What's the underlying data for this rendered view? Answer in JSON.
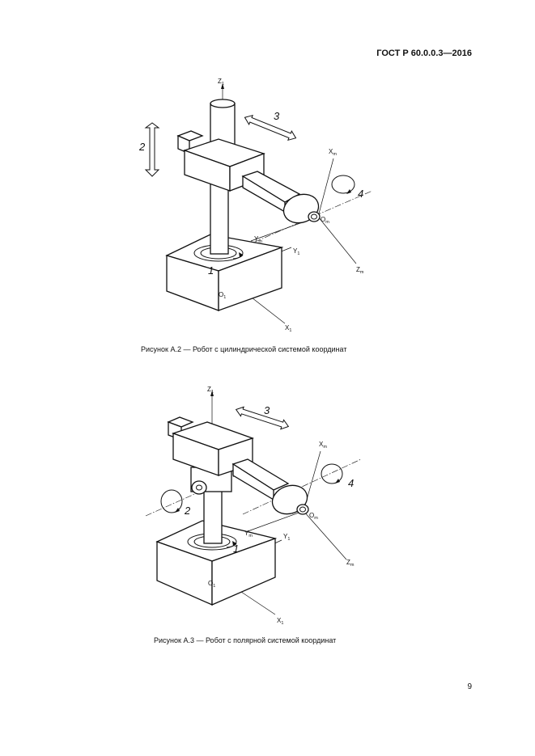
{
  "header": {
    "standard": "ГОСТ Р 60.0.0.3—2016"
  },
  "figures": [
    {
      "caption": "Рисунок А.2 — Робот с цилиндрической системой координат",
      "labels": {
        "z1": "Z",
        "z1_sub": "1",
        "y1": "Y",
        "y1_sub": "1",
        "x1": "X",
        "x1_sub": "1",
        "o1": "O",
        "o1_sub": "1",
        "xm": "X",
        "xm_sub": "m",
        "ym": "Y",
        "ym_sub": "m",
        "zm": "Z",
        "zm_sub": "m",
        "om": "O",
        "om_sub": "m",
        "n1": "1",
        "n2": "2",
        "n3": "3",
        "n4": "4"
      }
    },
    {
      "caption": "Рисунок А.3 — Робот с полярной системой координат",
      "labels": {
        "z1": "Z",
        "z1_sub": "1",
        "y1": "Y",
        "y1_sub": "1",
        "x1": "X",
        "x1_sub": "1",
        "o1": "O",
        "o1_sub": "1",
        "xm": "X",
        "xm_sub": "m",
        "ym": "Y",
        "ym_sub": "m",
        "zm": "Z",
        "zm_sub": "m",
        "om": "O",
        "om_sub": "m",
        "n1": "1",
        "n2": "2",
        "n3": "3",
        "n4": "4"
      }
    }
  ],
  "page_number": "9"
}
